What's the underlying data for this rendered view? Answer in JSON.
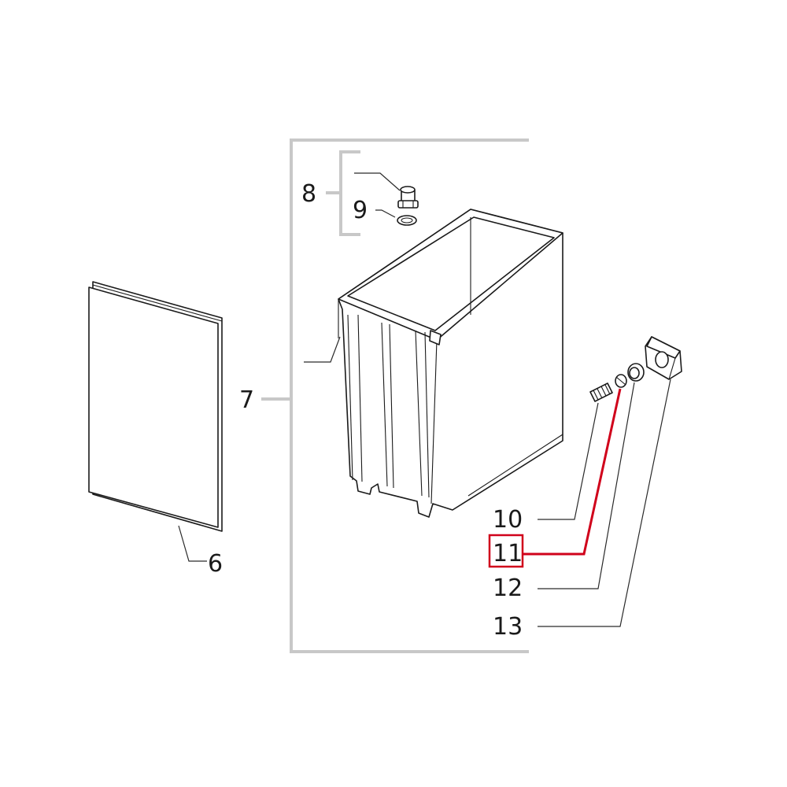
{
  "colors": {
    "background": "#ffffff",
    "line": "#1a1a1a",
    "bracket": "#c8c8c8",
    "highlight": "#d0021b"
  },
  "labels": {
    "part_6": "6",
    "part_7": "7",
    "part_8": "8",
    "part_9": "9",
    "part_10": "10",
    "part_11": "11",
    "part_12": "12",
    "part_13": "13"
  },
  "highlighted_part": "11"
}
